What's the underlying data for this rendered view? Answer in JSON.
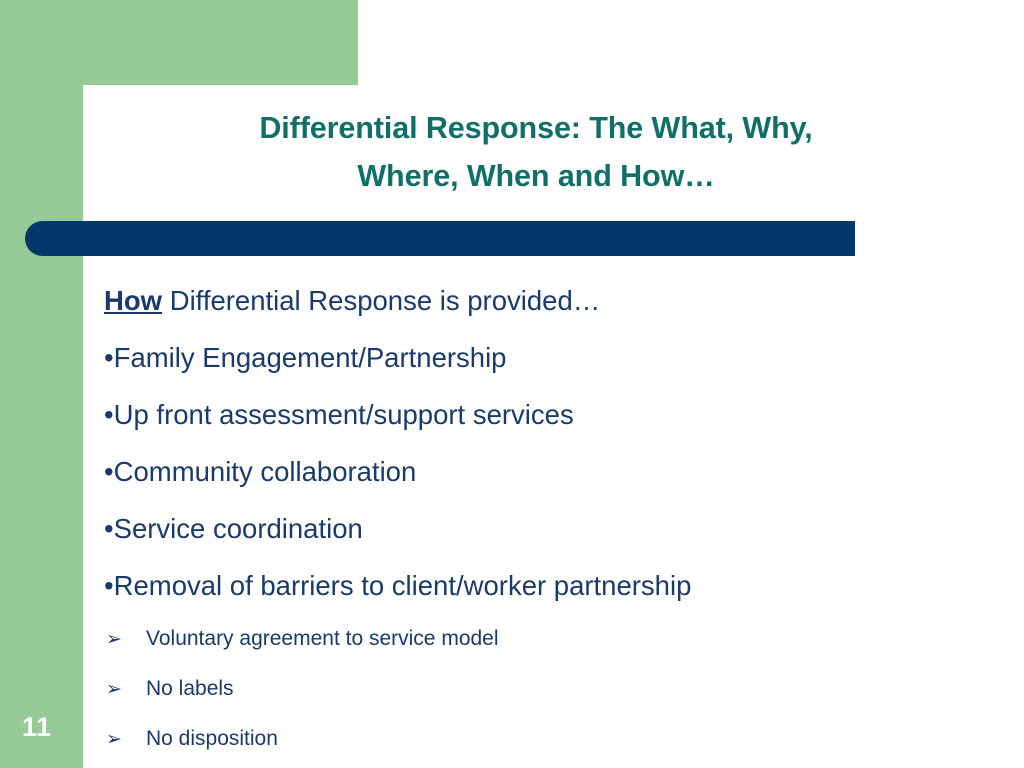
{
  "slide": {
    "title_line_1": "Differential Response: The What, Why,",
    "title_line_2": "Where, When and How…",
    "page_number": "11"
  },
  "body": {
    "lead": {
      "emphasis": "How",
      "rest": " Differential Response is provided…"
    },
    "bullet_marker": "•",
    "sub_bullet_marker": "➢",
    "bullets": [
      "Family Engagement/Partnership",
      "Up front assessment/support services",
      "Community collaboration",
      "Service coordination",
      "Removal of barriers to client/worker partnership"
    ],
    "sub_bullets": [
      "Voluntary agreement to service model",
      "No labels",
      "No disposition"
    ]
  },
  "colors": {
    "green_accent": "#96ca96",
    "navy_bar": "#03386b",
    "title_teal": "#116e68",
    "body_navy": "#1a3a6b",
    "page_number_text": "#ffffff",
    "panel_background": "#ffffff"
  }
}
